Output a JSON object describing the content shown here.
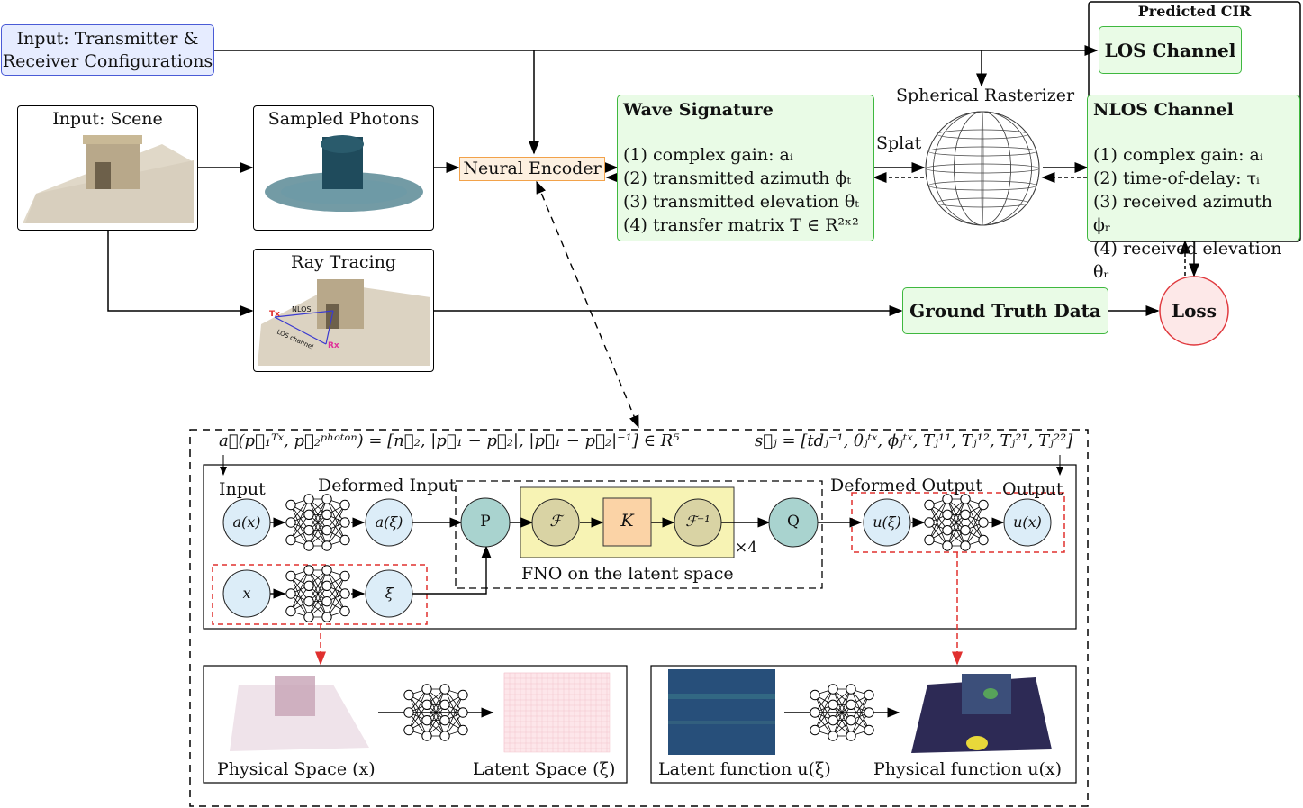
{
  "colors": {
    "input_blue_fill": "#e6ecff",
    "input_blue_border": "#4a5bd6",
    "green_fill": "#e9fbe6",
    "green_border": "#3fb83f",
    "orange_fill": "#fdf0e0",
    "orange_border": "#f2a24a",
    "loss_fill": "#fde8e8",
    "loss_border": "#e0393e",
    "node_light": "#dcedf8",
    "node_teal": "#a9d3cf",
    "node_olive": "#d9d3a4",
    "fno_yellow": "#f7f3b4",
    "k_orange": "#fbd3a6",
    "red_dashed": "#e0302f"
  },
  "top": {
    "input_config": [
      "Input: Transmitter &",
      "Receiver Configurations"
    ],
    "input_scene": "Input: Scene",
    "sampled_photons": "Sampled Photons",
    "ray_tracing": "Ray Tracing",
    "ray_labels": {
      "tx": "Tx",
      "rx": "Rx",
      "nlos": "NLOS",
      "los": "LOS channel"
    },
    "neural_encoder": "Neural Encoder",
    "wave_signature": {
      "title": "Wave Signature",
      "items": [
        "(1) complex gain: aᵢ",
        "(2) transmitted azimuth ϕₜ",
        "(3) transmitted elevation θₜ",
        "(4) transfer matrix T ∈ R²ˣ²"
      ]
    },
    "splat": "Splat",
    "spherical_rasterizer": "Spherical Rasterizer",
    "predicted_cir": "Predicted CIR",
    "los_channel": "LOS Channel",
    "nlos_channel": {
      "title": "NLOS Channel",
      "items": [
        "(1) complex gain: aᵢ",
        "(2) time-of-delay: τᵢ",
        "(3) received azimuth ϕᵣ",
        "(4) received elevation θᵣ"
      ]
    },
    "ground_truth": "Ground Truth Data",
    "loss": "Loss"
  },
  "bottom": {
    "input_formula": "a⃗(p⃗₁ᵀˣ, p⃗₂ᵖʰᵒᵗᵒⁿ) = [n⃗₂, |p⃗₁ − p⃗₂|, |p⃗₁ − p⃗₂|⁻¹] ∈ R⁵",
    "output_formula": "s⃗ⱼ = [tdⱼ⁻¹, θⱼᵗˣ, ϕⱼᵗˣ, Tⱼ¹¹, Tⱼ¹², Tⱼ²¹, Tⱼ²²]",
    "input_label": "Input",
    "deformed_input": "Deformed Input",
    "deformed_output": "Deformed Output",
    "output_label": "Output",
    "nodes": {
      "ax": "a(x)",
      "axi": "a(ξ)",
      "x": "x",
      "xi": "ξ",
      "p": "P",
      "f": "ℱ",
      "k": "K",
      "finv": "ℱ⁻¹",
      "q": "Q",
      "uxi": "u(ξ)",
      "ux": "u(x)"
    },
    "times4": "×4",
    "fno_caption": "FNO on the latent space",
    "physical_space": "Physical Space (x)",
    "latent_space": "Latent Space (ξ)",
    "latent_function": "Latent function u(ξ)",
    "physical_function": "Physical function u(x)"
  }
}
